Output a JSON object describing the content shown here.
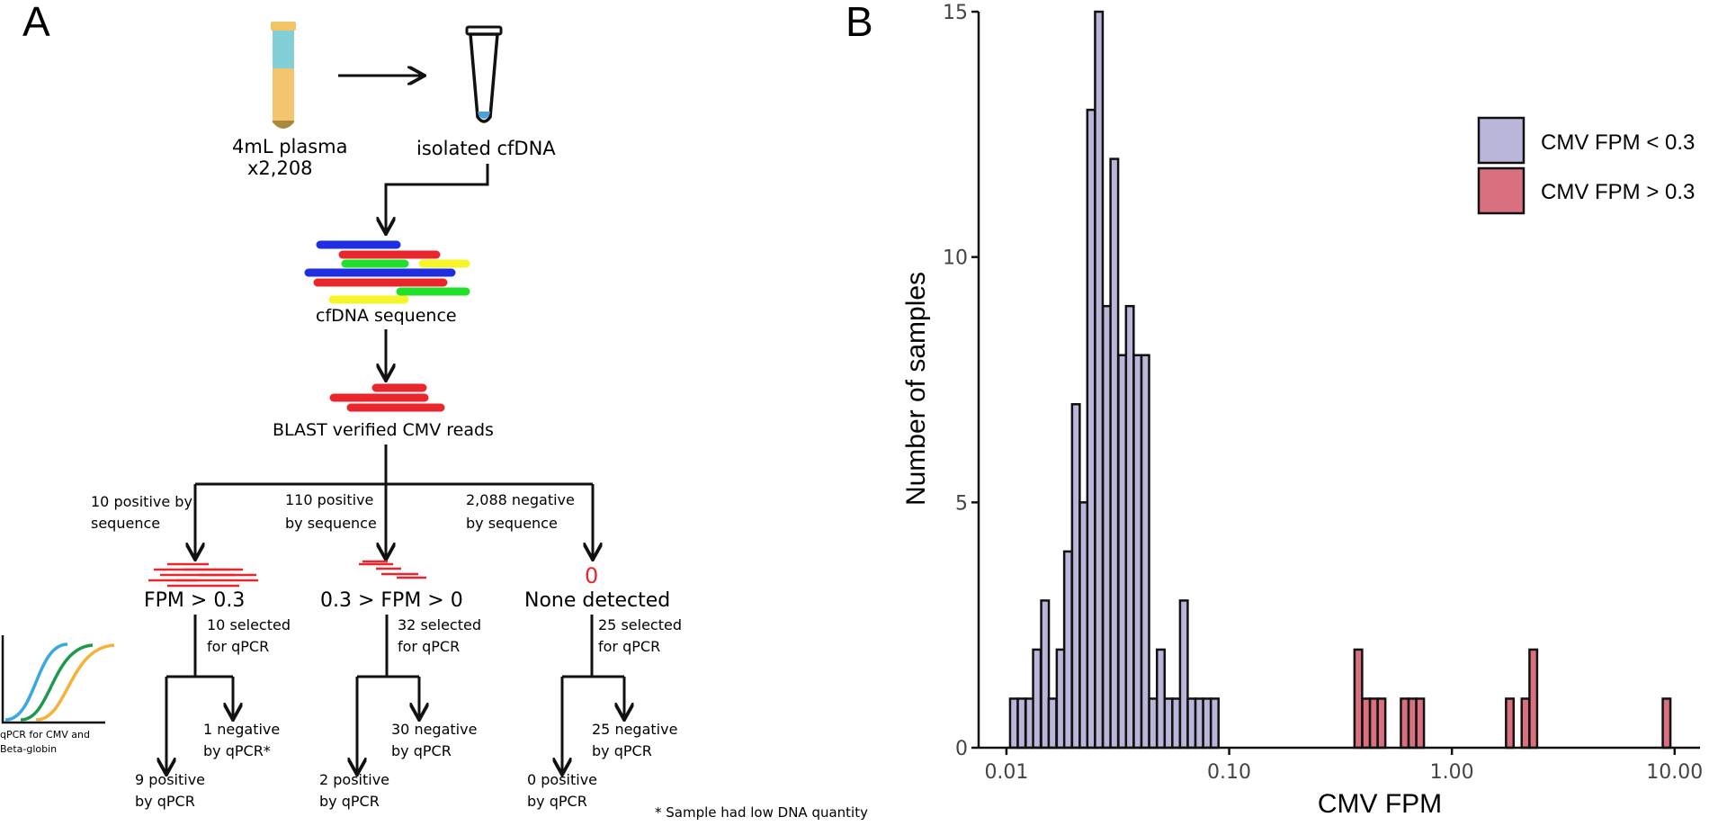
{
  "panel_a": {
    "letter": "A",
    "plasma_label": "4mL plasma",
    "plasma_count": "x2,208",
    "isolated_label": "isolated cfDNA",
    "sequence_label": "cfDNA sequence",
    "blast_label": "BLAST verified CMV reads",
    "branches": [
      {
        "seq_line1": "10 positive by",
        "seq_line2": "sequence",
        "marker": "",
        "category": "FPM > 0.3",
        "sel_line1": "10 selected",
        "sel_line2": "for qPCR",
        "pos_line1": "9 positive",
        "pos_line2": "by qPCR",
        "neg_line1": "1 negative",
        "neg_line2": "by qPCR*"
      },
      {
        "seq_line1": "110 positive",
        "seq_line2": "by sequence",
        "marker": "",
        "category": "0.3 > FPM > 0",
        "sel_line1": "32 selected",
        "sel_line2": "for qPCR",
        "pos_line1": "2 positive",
        "pos_line2": "by qPCR",
        "neg_line1": "30 negative",
        "neg_line2": "by qPCR"
      },
      {
        "seq_line1": "2,088 negative",
        "seq_line2": "by sequence",
        "marker": "0",
        "category": "None detected",
        "sel_line1": "25 selected",
        "sel_line2": "for qPCR",
        "pos_line1": "0 positive",
        "pos_line2": "by qPCR",
        "neg_line1": "25 negative",
        "neg_line2": "by qPCR"
      }
    ],
    "qpcr_label_line1": "qPCR for CMV and",
    "qpcr_label_line2": "Beta-globin",
    "footnote": "* Sample had low DNA quantity",
    "colors": {
      "read_red": "#e8262b",
      "read_blue": "#1f2ee0",
      "read_green": "#22e02a",
      "read_yellow": "#f5f52a",
      "tube_cap": "#f2c466",
      "tube_liquid": "#82cfd8",
      "tube_plasma": "#f2c56e",
      "tube_bottom": "#a88a3a",
      "curve_blue": "#3aa8e0",
      "curve_green": "#1b9a4e",
      "curve_orange": "#f4b23a"
    }
  },
  "panel_b": {
    "letter": "B",
    "legend": [
      {
        "label": "CMV FPM < 0.3",
        "color": "#b9b6da"
      },
      {
        "label": "CMV FPM > 0.3",
        "color": "#d9707f"
      }
    ]
  },
  "chart_data": {
    "type": "bar",
    "subtype": "histogram",
    "xlabel": "CMV FPM",
    "ylabel": "Number of samples",
    "x_scale": "log10",
    "xlim": [
      0.0075,
      13
    ],
    "ylim": [
      0,
      15
    ],
    "x_ticks": [
      "0.01",
      "0.10",
      "1.00",
      "10.00"
    ],
    "x_tick_values": [
      0.01,
      0.1,
      1,
      10
    ],
    "y_ticks": [
      0,
      5,
      10,
      15
    ],
    "grid": false,
    "legend_position": "top-right",
    "bin_width_log10": 0.0343,
    "series": [
      {
        "name": "CMV FPM < 0.3",
        "color": "#b9b6da",
        "bins": [
          {
            "x": 0.0108,
            "count": 1
          },
          {
            "x": 0.0117,
            "count": 1
          },
          {
            "x": 0.0127,
            "count": 1
          },
          {
            "x": 0.0137,
            "count": 2
          },
          {
            "x": 0.0149,
            "count": 3
          },
          {
            "x": 0.0161,
            "count": 1
          },
          {
            "x": 0.0175,
            "count": 2
          },
          {
            "x": 0.0189,
            "count": 4
          },
          {
            "x": 0.0205,
            "count": 7
          },
          {
            "x": 0.0222,
            "count": 5
          },
          {
            "x": 0.024,
            "count": 13
          },
          {
            "x": 0.026,
            "count": 15
          },
          {
            "x": 0.0282,
            "count": 9
          },
          {
            "x": 0.0305,
            "count": 12
          },
          {
            "x": 0.0331,
            "count": 8
          },
          {
            "x": 0.0358,
            "count": 9
          },
          {
            "x": 0.0388,
            "count": 8
          },
          {
            "x": 0.042,
            "count": 8
          },
          {
            "x": 0.0455,
            "count": 1
          },
          {
            "x": 0.0493,
            "count": 2
          },
          {
            "x": 0.0534,
            "count": 1
          },
          {
            "x": 0.0578,
            "count": 1
          },
          {
            "x": 0.0626,
            "count": 3
          },
          {
            "x": 0.0678,
            "count": 1
          },
          {
            "x": 0.0734,
            "count": 1
          },
          {
            "x": 0.0795,
            "count": 1
          },
          {
            "x": 0.0861,
            "count": 1
          }
        ]
      },
      {
        "name": "CMV FPM > 0.3",
        "color": "#d9707f",
        "bins": [
          {
            "x": 0.38,
            "count": 2
          },
          {
            "x": 0.412,
            "count": 1
          },
          {
            "x": 0.446,
            "count": 1
          },
          {
            "x": 0.483,
            "count": 1
          },
          {
            "x": 0.614,
            "count": 1
          },
          {
            "x": 0.665,
            "count": 1
          },
          {
            "x": 0.72,
            "count": 1
          },
          {
            "x": 1.82,
            "count": 1
          },
          {
            "x": 2.14,
            "count": 1
          },
          {
            "x": 2.32,
            "count": 2
          },
          {
            "x": 9.2,
            "count": 1
          }
        ]
      }
    ]
  }
}
